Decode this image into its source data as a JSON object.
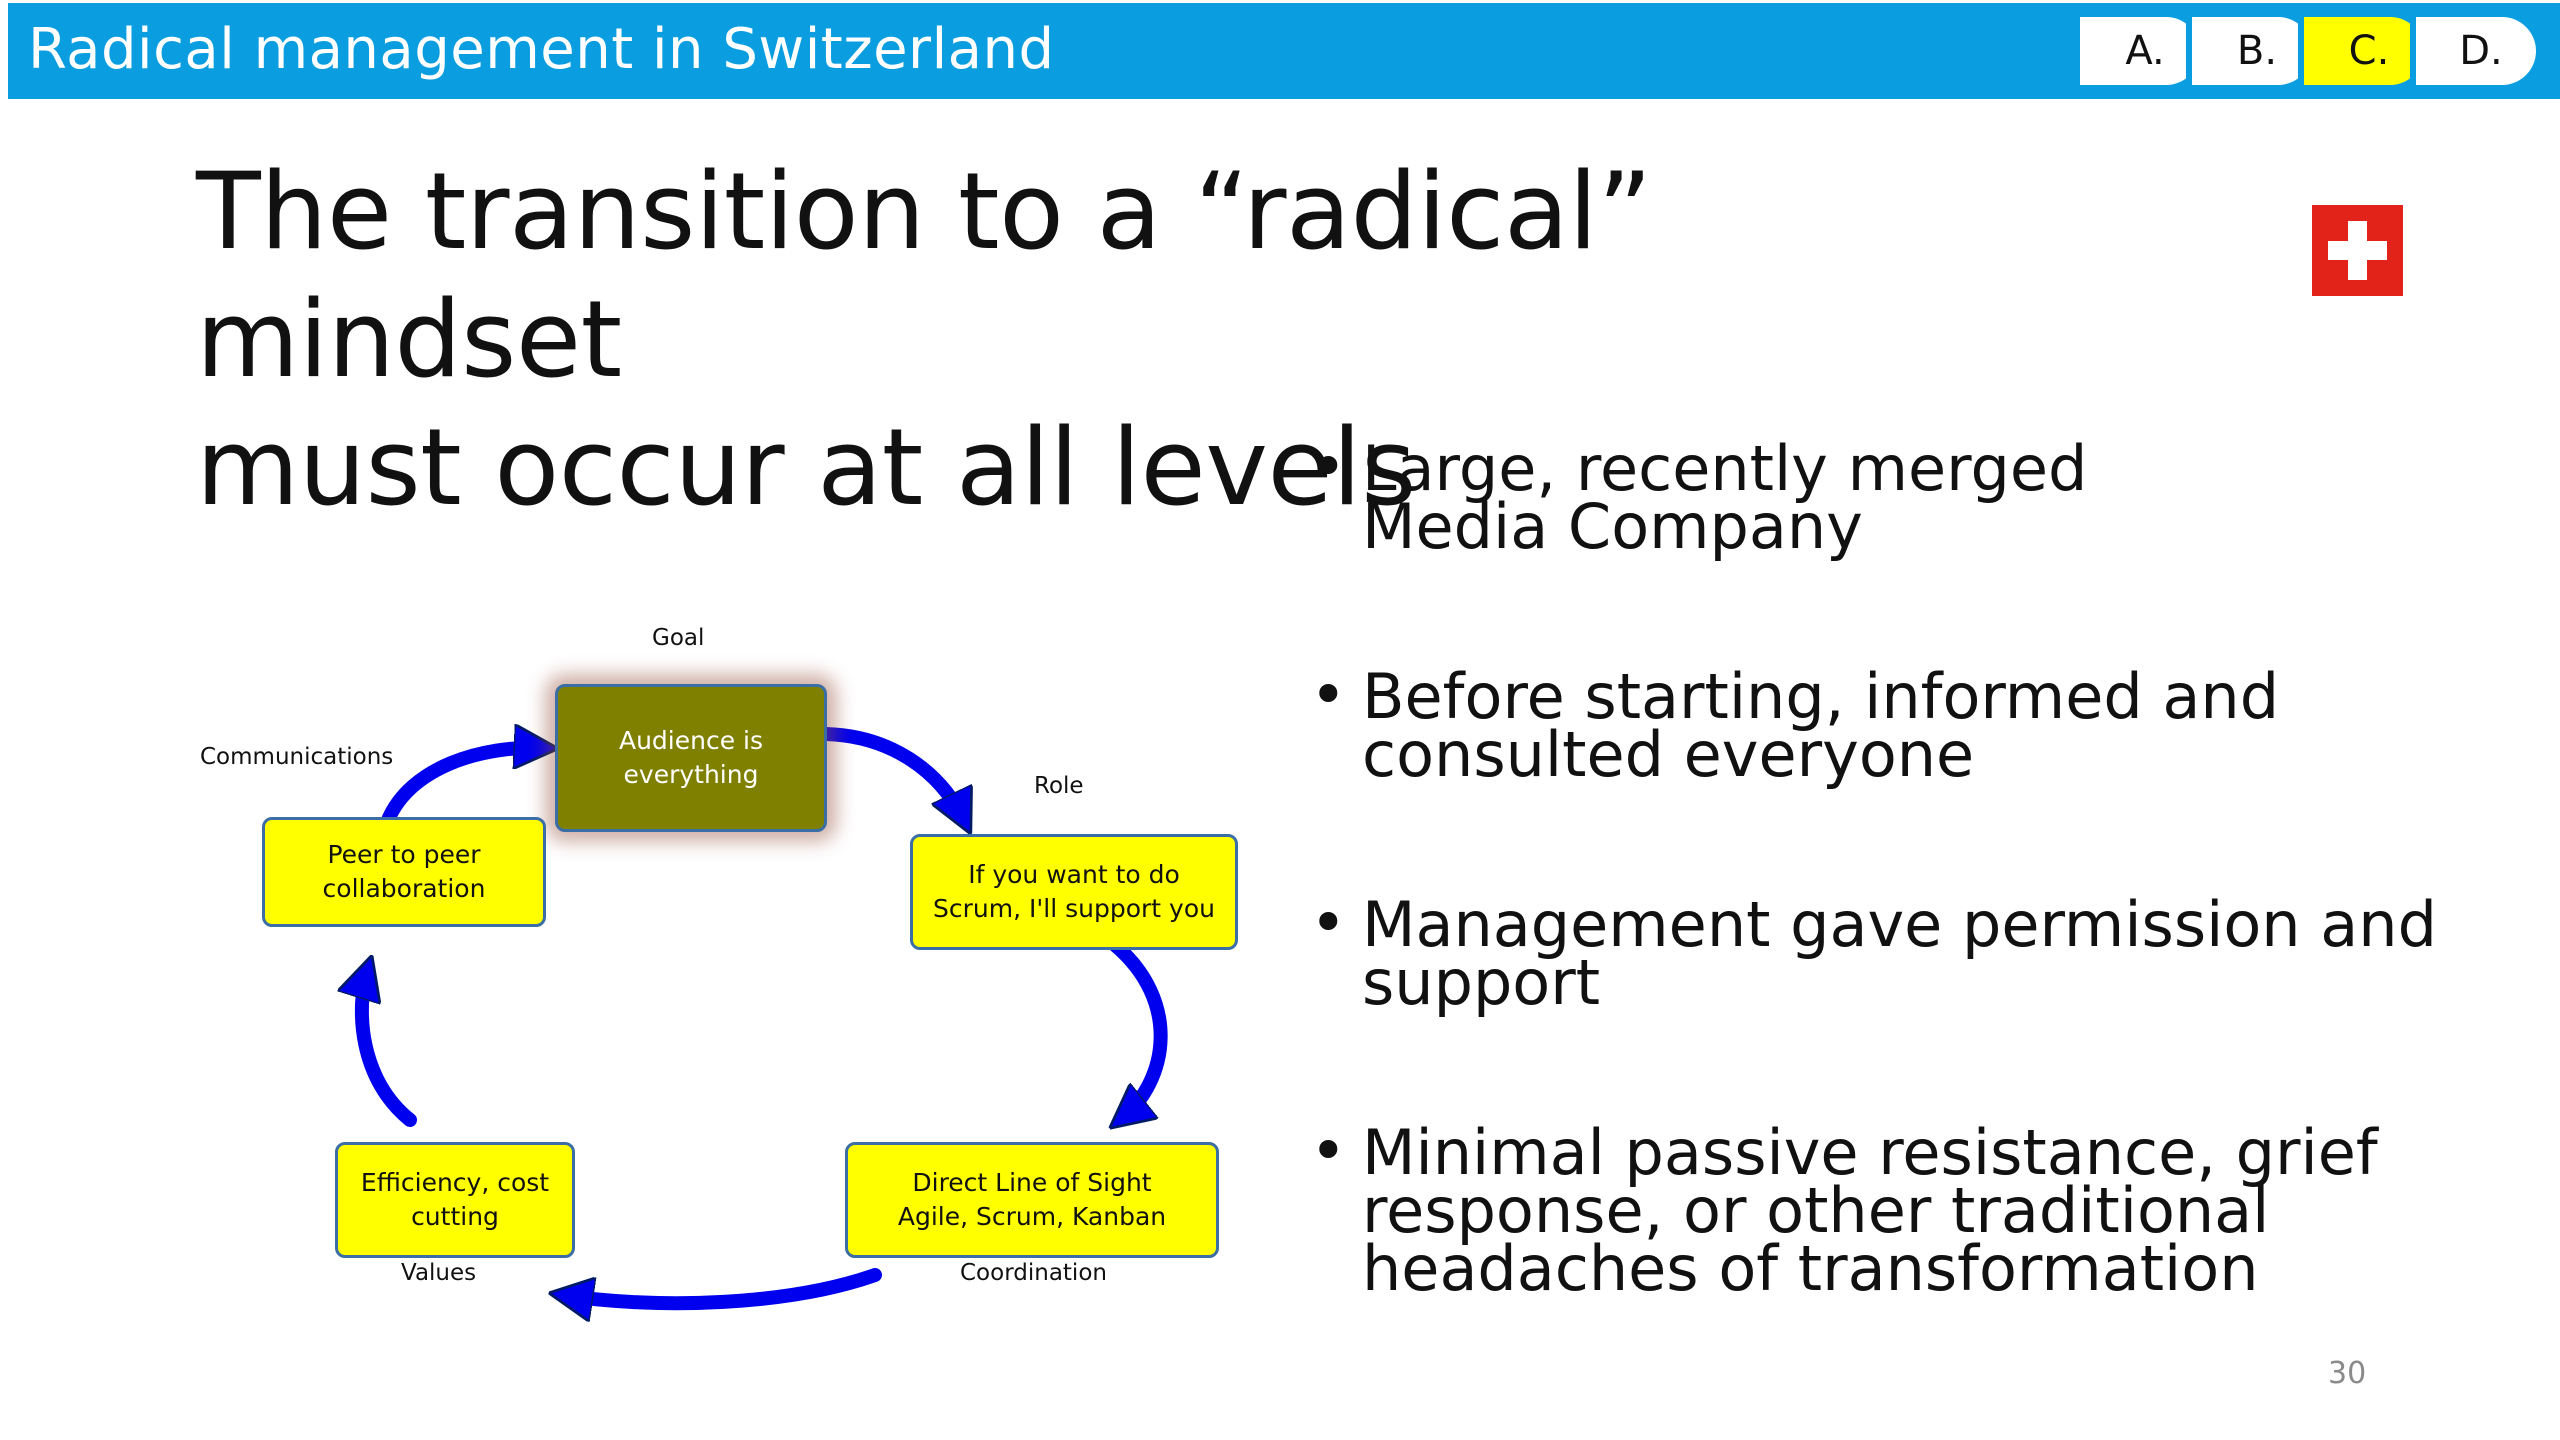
{
  "header": {
    "title": "Radical management in Switzerland",
    "tabs": [
      {
        "label": "A.",
        "active": false
      },
      {
        "label": "B.",
        "active": false
      },
      {
        "label": "C.",
        "active": true
      },
      {
        "label": "D.",
        "active": false
      }
    ],
    "bar_color": "#0a9ee0",
    "active_tab_color": "#ffff00"
  },
  "slide": {
    "title_line1": "The transition to a “radical” mindset",
    "title_line2": "must occur at all levels",
    "flag_icon": "swiss-flag-icon",
    "page_number": "30"
  },
  "bullets": [
    {
      "line1": "Large, recently merged",
      "line2": "Media Company",
      "line3": ""
    },
    {
      "line1": "Before starting, informed and",
      "line2": "consulted everyone",
      "line3": ""
    },
    {
      "line1": "Management gave permission and",
      "line2": "support",
      "line3": ""
    },
    {
      "line1": "Minimal passive resistance, grief",
      "line2": "response, or other traditional",
      "line3": "headaches of transformation"
    }
  ],
  "diagram": {
    "center_box": "Audience is\neverything",
    "role_box": "If you want to do\nScrum, I'll support you",
    "coordination_box": "Direct Line of Sight\nAgile, Scrum, Kanban",
    "values_box": "Efficiency, cost\ncutting",
    "communications_box": "Peer to peer\ncollaboration",
    "labels": {
      "goal": "Goal",
      "role": "Role",
      "coordination": "Coordination",
      "values": "Values",
      "communications": "Communications"
    },
    "box_color": "#ffff00",
    "center_color": "#7f7f00",
    "arrow_color": "#0000ee"
  }
}
